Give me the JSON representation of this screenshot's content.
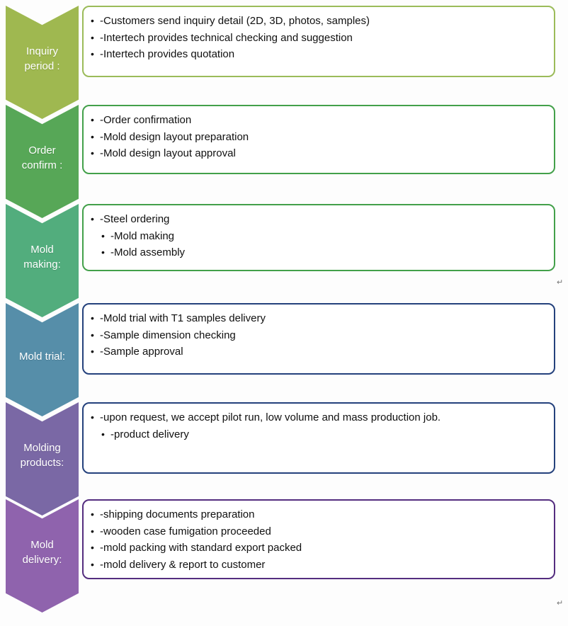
{
  "bullet_char": "•",
  "artifacts": {
    "return_mark": "↵"
  },
  "stages": [
    {
      "label": "Inquiry period :",
      "chevron_color": "#9fb850",
      "box_border_color": "#9bbb59",
      "items": [
        {
          "text": "-Customers send inquiry detail (2D, 3D, photos, samples)",
          "indent": 0
        },
        {
          "text": "-Intertech provides technical checking and suggestion",
          "indent": 0
        },
        {
          "text": "-Intertech provides quotation",
          "indent": 0
        }
      ]
    },
    {
      "label": "Order confirm :",
      "chevron_color": "#57a757",
      "box_border_color": "#43a04a",
      "items": [
        {
          "text": "-Order confirmation",
          "indent": 0
        },
        {
          "text": "-Mold design layout preparation",
          "indent": 0
        },
        {
          "text": "-Mold design layout approval",
          "indent": 0
        }
      ]
    },
    {
      "label": "Mold making:",
      "chevron_color": "#52ad7d",
      "box_border_color": "#43a04a",
      "items": [
        {
          "text": "-Steel ordering",
          "indent": 0
        },
        {
          "text": "-Mold making",
          "indent": 1
        },
        {
          "text": "-Mold assembly",
          "indent": 1
        }
      ]
    },
    {
      "label": "Mold trial:",
      "chevron_color": "#568ea9",
      "box_border_color": "#24417c",
      "items": [
        {
          "text": "-Mold trial with T1 samples delivery",
          "indent": 0
        },
        {
          "text": "-Sample dimension checking",
          "indent": 0
        },
        {
          "text": "-Sample approval",
          "indent": 0
        }
      ]
    },
    {
      "label": "Molding products:",
      "chevron_color": "#7a68a5",
      "box_border_color": "#24417c",
      "items": [
        {
          "text": "-upon request, we accept pilot run, low volume and mass production job.",
          "indent": 0
        },
        {
          "text": "-product delivery",
          "indent": 1
        }
      ]
    },
    {
      "label": "Mold delivery:",
      "chevron_color": "#8f63ad",
      "box_border_color": "#542d7f",
      "items": [
        {
          "text": "-shipping documents preparation",
          "indent": 0
        },
        {
          "text": "-wooden case fumigation proceeded",
          "indent": 0
        },
        {
          "text": "-mold packing with standard export packed",
          "indent": 0
        },
        {
          "text": "-mold delivery & report to customer",
          "indent": 0
        }
      ]
    }
  ]
}
